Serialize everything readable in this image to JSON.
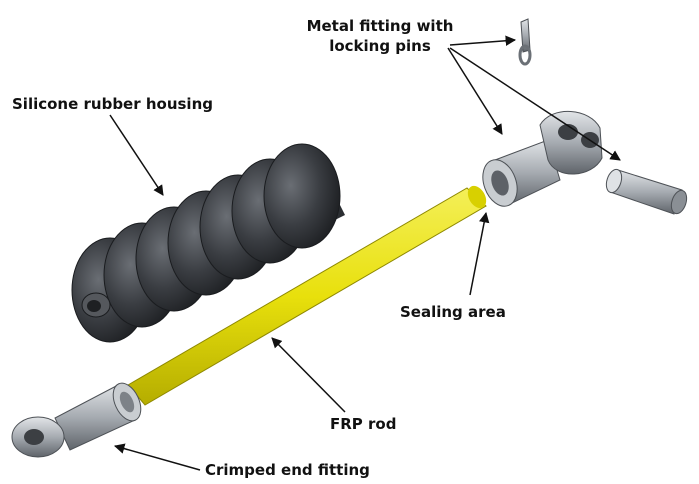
{
  "labels": {
    "metal_fitting_line1": "Metal fitting with",
    "metal_fitting_line2": "locking pins",
    "silicone_housing": "Silicone rubber housing",
    "sealing_area": "Sealing area",
    "frp_rod": "FRP rod",
    "crimped_end_fitting": "Crimped end fitting"
  },
  "colors": {
    "frp_rod": "#e8e00c",
    "rubber": "#3a3d42",
    "metal": "#a6abb1",
    "text": "#111111"
  }
}
